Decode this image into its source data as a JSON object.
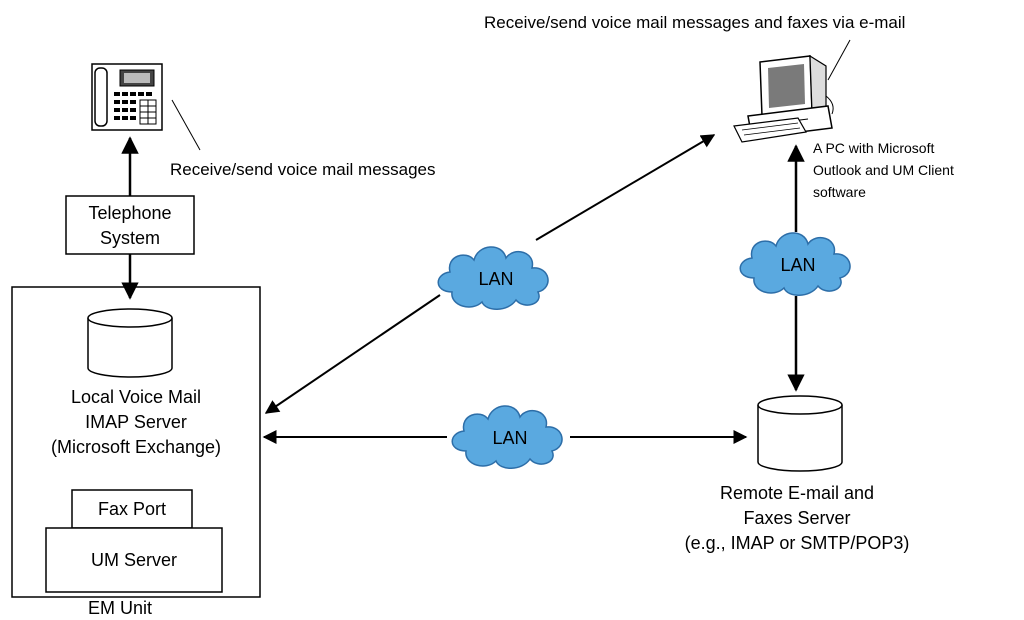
{
  "labels": {
    "phone_caption": "Receive/send voice mail messages",
    "pc_caption": "Receive/send voice mail messages and faxes via e-mail",
    "telephone_system": [
      "Telephone",
      "System"
    ],
    "local_server": [
      "Local Voice Mail",
      "IMAP Server",
      "(Microsoft Exchange)"
    ],
    "fax_port": "Fax Port",
    "um_server": "UM Server",
    "em_unit": "EM Unit",
    "pc_description": [
      "A PC with Microsoft",
      "Outlook and UM Client",
      "software"
    ],
    "remote_server": [
      "Remote E-mail and",
      "Faxes Server",
      "(e.g., IMAP or SMTP/POP3)"
    ],
    "lan_upper_left": "LAN",
    "lan_lower": "LAN",
    "lan_right": "LAN"
  },
  "colors": {
    "cloud_fill": "#5aa9e0",
    "cloud_stroke": "#2d6ea8",
    "monitor_screen": "#7a7a7a",
    "line": "#000000"
  }
}
